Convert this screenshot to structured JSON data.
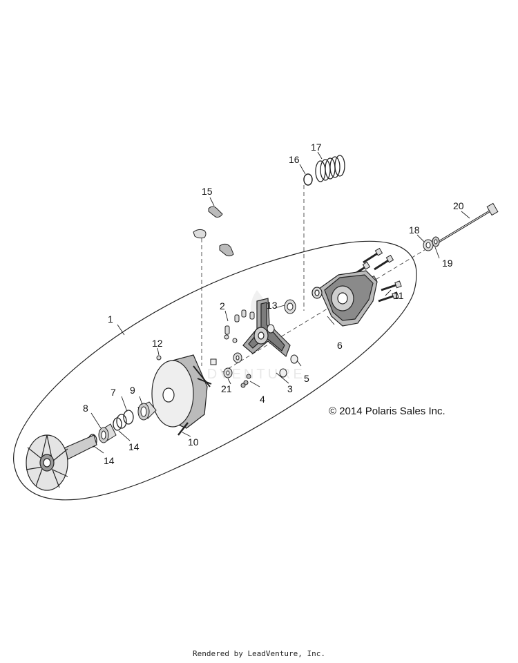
{
  "callouts": [
    {
      "id": "c1",
      "text": "1"
    },
    {
      "id": "c2",
      "text": "2"
    },
    {
      "id": "c3",
      "text": "3"
    },
    {
      "id": "c4",
      "text": "4"
    },
    {
      "id": "c5",
      "text": "5"
    },
    {
      "id": "c6",
      "text": "6"
    },
    {
      "id": "c7",
      "text": "7"
    },
    {
      "id": "c8",
      "text": "8"
    },
    {
      "id": "c9",
      "text": "9"
    },
    {
      "id": "c10",
      "text": "10"
    },
    {
      "id": "c11",
      "text": "11"
    },
    {
      "id": "c12",
      "text": "12"
    },
    {
      "id": "c13",
      "text": "13"
    },
    {
      "id": "c14a",
      "text": "14"
    },
    {
      "id": "c14b",
      "text": "14"
    },
    {
      "id": "c15",
      "text": "15"
    },
    {
      "id": "c16",
      "text": "16"
    },
    {
      "id": "c17",
      "text": "17"
    },
    {
      "id": "c18",
      "text": "18"
    },
    {
      "id": "c19",
      "text": "19"
    },
    {
      "id": "c20",
      "text": "20"
    },
    {
      "id": "c21",
      "text": "21"
    }
  ],
  "copyright": "© 2014 Polaris Sales Inc.",
  "watermark": "LEADVENTURE",
  "footer": "Rendered by LeadVenture, Inc.",
  "colors": {
    "line": "#222222",
    "part_fill": "#d8d8d8",
    "part_dark": "#9a9a9a",
    "background": "#ffffff"
  }
}
